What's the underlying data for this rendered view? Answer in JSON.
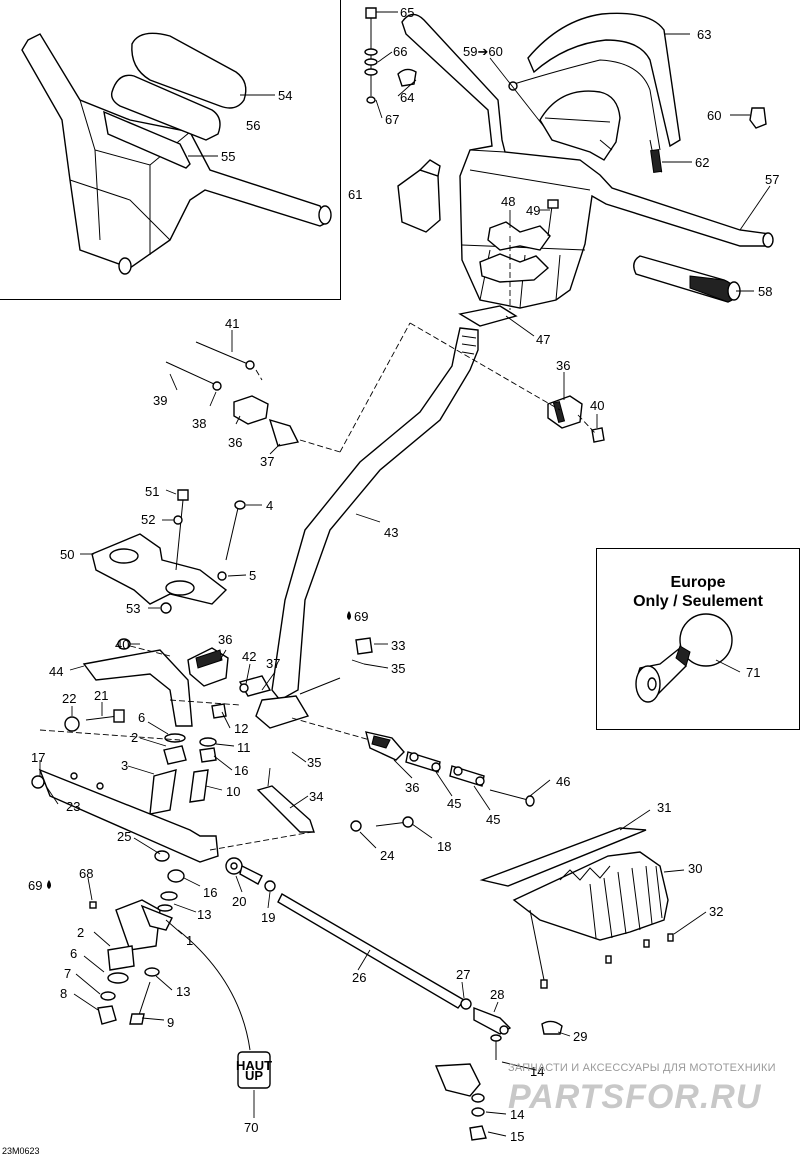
{
  "diagram": {
    "doc_code": "23M0623",
    "europe_note": {
      "line1": "Europe",
      "line2": "Only / Seulement"
    },
    "watermark_text": "ЗАПЧАСТИ И АКСЕССУАРЫ ДЛЯ МОТОТЕХНИКИ",
    "watermark_logo": "PARTSFOR.RU",
    "haut_up": {
      "line1": "HAUT",
      "line2": "UP"
    },
    "callouts": [
      "65",
      "66",
      "64",
      "67",
      "63",
      "59➔60",
      "60",
      "62",
      "57",
      "58",
      "61",
      "54",
      "56",
      "55",
      "48",
      "49",
      "47",
      "36",
      "40",
      "41",
      "39",
      "38",
      "36",
      "37",
      "43",
      "51",
      "52",
      "4",
      "5",
      "50",
      "53",
      "69",
      "33",
      "35",
      "36",
      "40",
      "42",
      "37",
      "44",
      "22",
      "21",
      "6",
      "12",
      "2",
      "11",
      "16",
      "17",
      "3",
      "10",
      "23",
      "35",
      "34",
      "36",
      "45",
      "45",
      "46",
      "25",
      "31",
      "24",
      "18",
      "30",
      "69",
      "68",
      "16",
      "20",
      "19",
      "13",
      "1",
      "2",
      "6",
      "7",
      "8",
      "13",
      "9",
      "32",
      "26",
      "27",
      "28",
      "29",
      "14",
      "14",
      "15",
      "70",
      "71"
    ]
  }
}
